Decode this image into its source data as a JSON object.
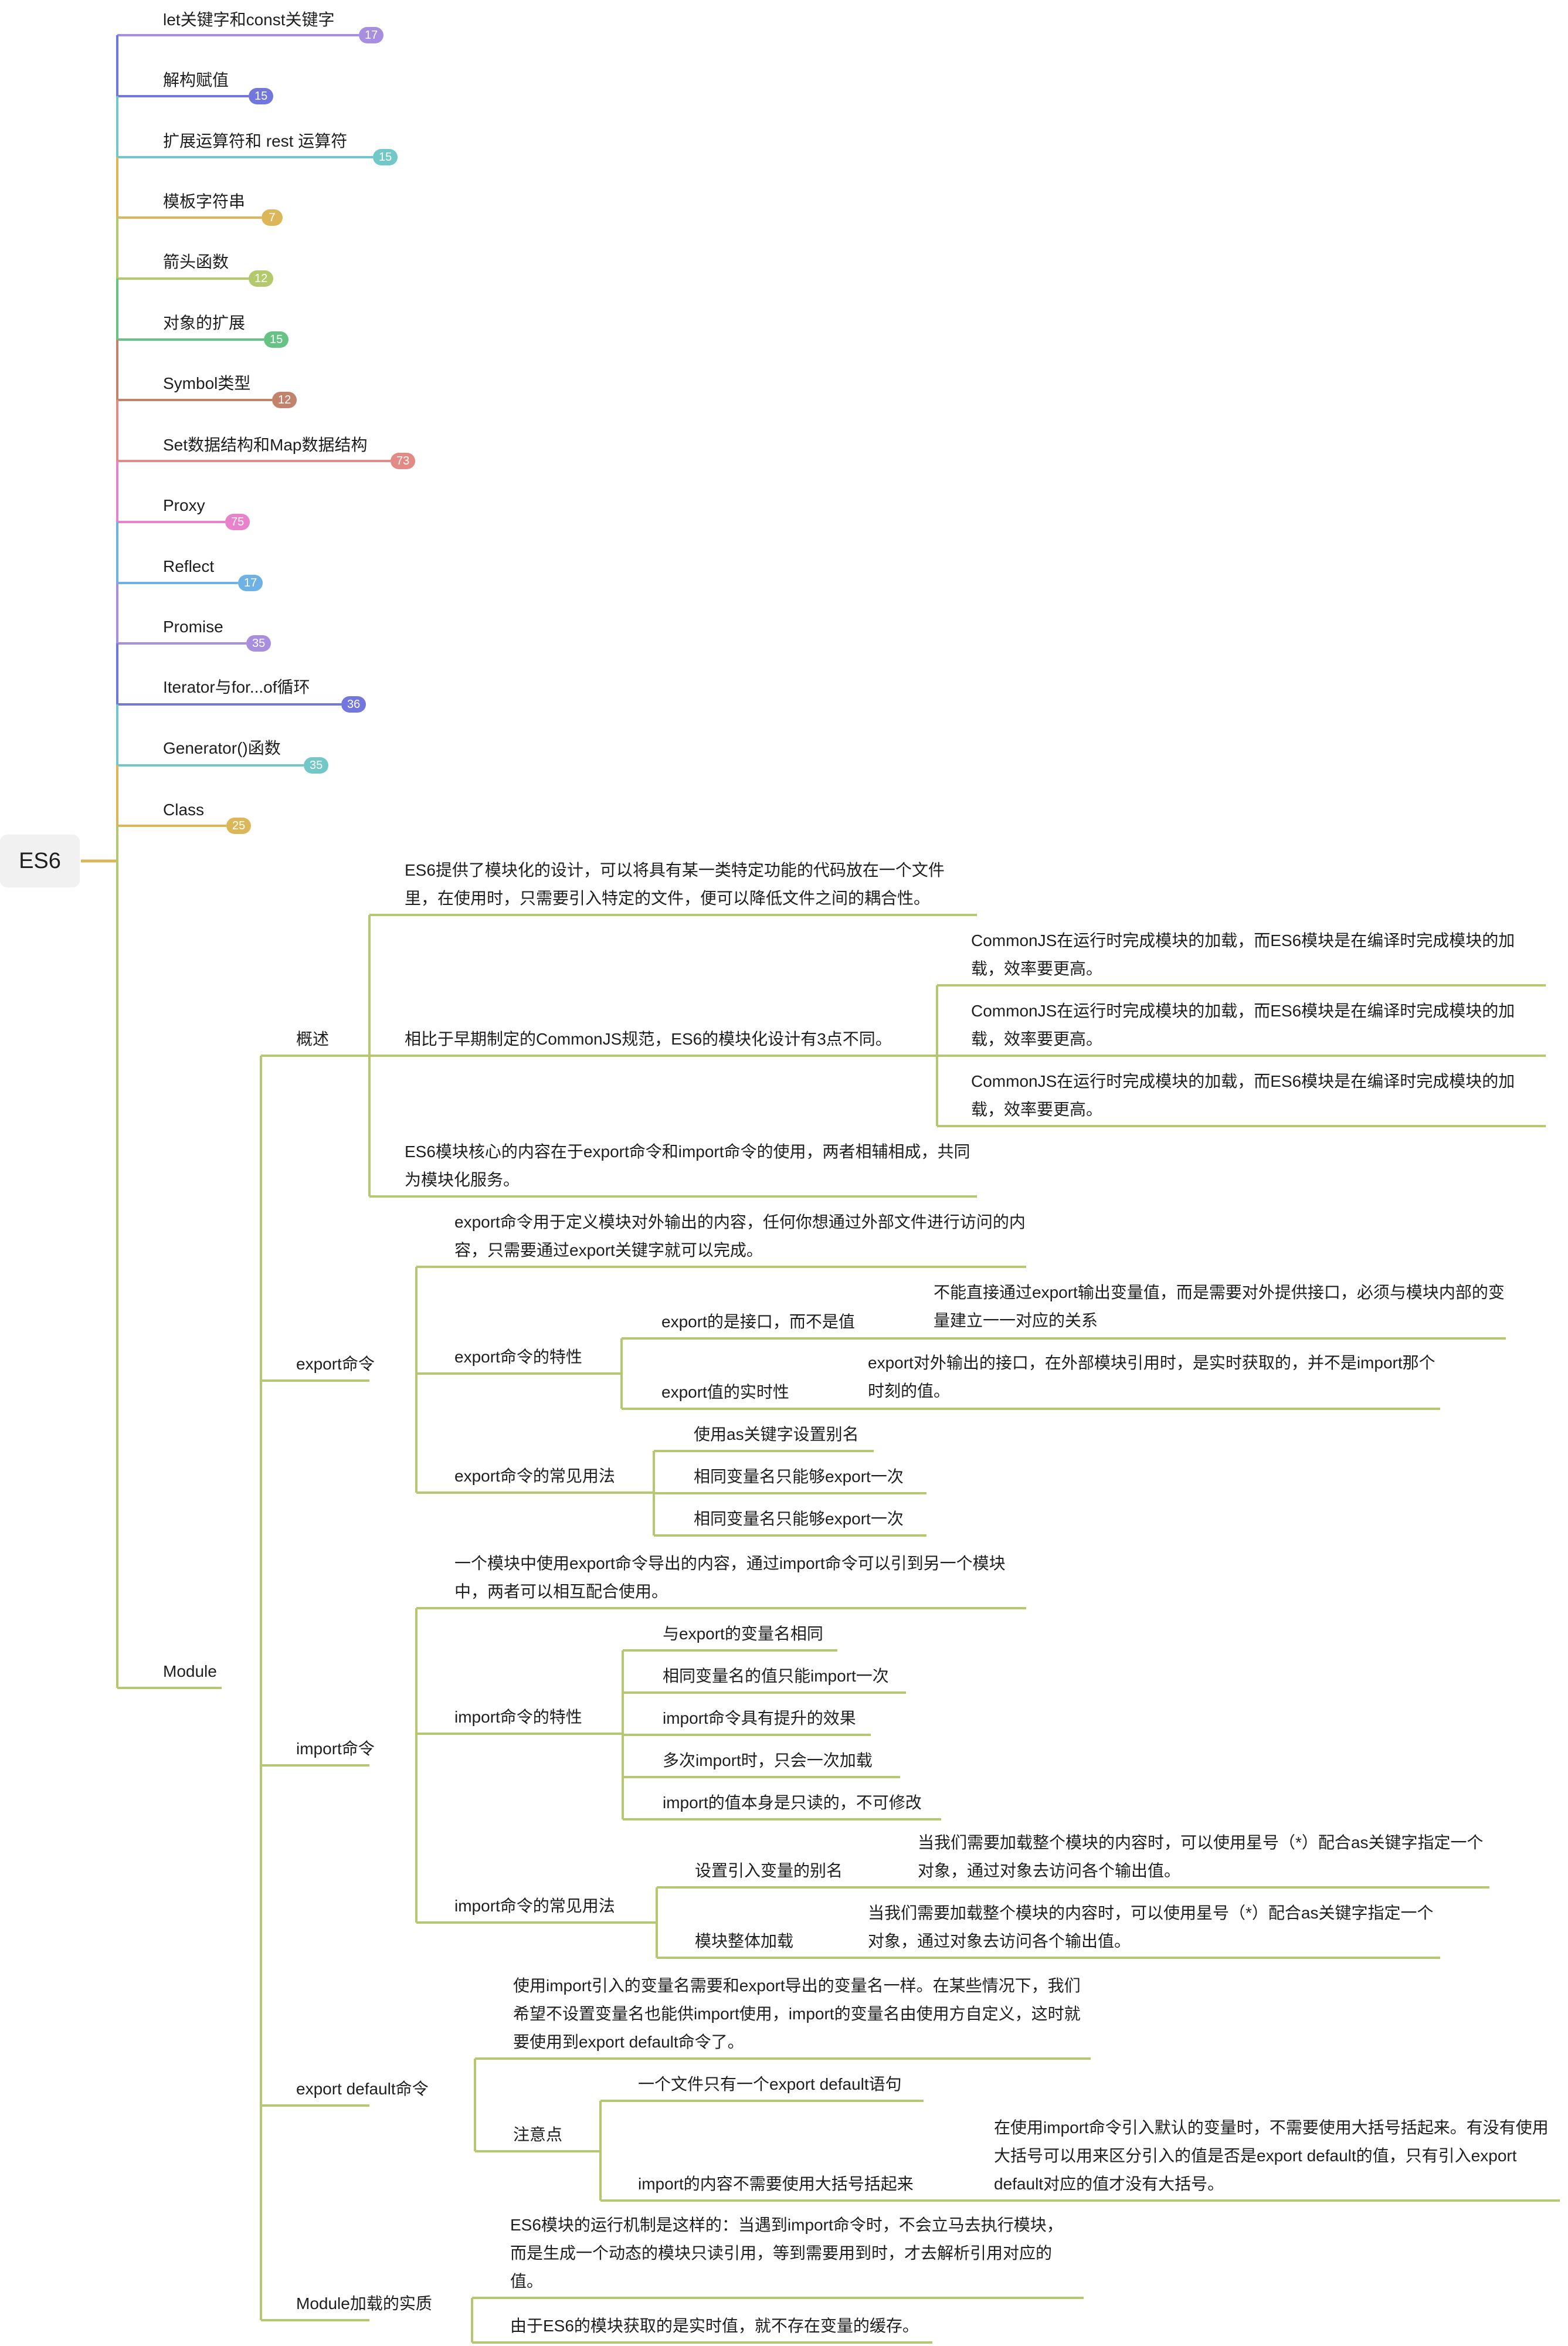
{
  "root": {
    "label": "ES6"
  },
  "colors": {
    "module_branch": "#b5c771",
    "label_text": "#1e1e1e",
    "root_bg": "#f1f1f1"
  },
  "topics": [
    {
      "label": "let关键字和const关键字",
      "count": "17",
      "color": "#a88ede"
    },
    {
      "label": "解构赋值",
      "count": "15",
      "color": "#7177dc"
    },
    {
      "label": "扩展运算符和 rest 运算符",
      "count": "15",
      "color": "#72c7c7"
    },
    {
      "label": "模板字符串",
      "count": "7",
      "color": "#dcb75a"
    },
    {
      "label": "箭头函数",
      "count": "12",
      "color": "#b3c96b"
    },
    {
      "label": "对象的扩展",
      "count": "15",
      "color": "#67c383"
    },
    {
      "label": "Symbol类型",
      "count": "12",
      "color": "#c2836d"
    },
    {
      "label": "Set数据结构和Map数据结构",
      "count": "73",
      "color": "#e18a86"
    },
    {
      "label": "Proxy",
      "count": "75",
      "color": "#e882cb"
    },
    {
      "label": "Reflect",
      "count": "17",
      "color": "#6eb1e4"
    },
    {
      "label": "Promise",
      "count": "35",
      "color": "#a88ede"
    },
    {
      "label": "Iterator与for...of循环",
      "count": "36",
      "color": "#7177dc"
    },
    {
      "label": "Generator()函数",
      "count": "35",
      "color": "#72c7c7"
    },
    {
      "label": "Class",
      "count": "25",
      "color": "#dcb75a"
    }
  ],
  "module": {
    "label": "Module",
    "overview": {
      "label": "概述",
      "p1": "ES6提供了模块化的设计，可以将具有某一类特定功能的代码放在一个文件里，在使用时，只需要引入特定的文件，便可以降低文件之间的耦合性。",
      "p2": "相比于早期制定的CommonJS规范，ES6的模块化设计有3点不同。",
      "p2_items": [
        "CommonJS在运行时完成模块的加载，而ES6模块是在编译时完成模块的加载，效率要更高。",
        "CommonJS在运行时完成模块的加载，而ES6模块是在编译时完成模块的加载，效率要更高。",
        "CommonJS在运行时完成模块的加载，而ES6模块是在编译时完成模块的加载，效率要更高。"
      ],
      "p3": "ES6模块核心的内容在于export命令和import命令的使用，两者相辅相成，共同为模块化服务。"
    },
    "export": {
      "label": "export命令",
      "desc": "export命令用于定义模块对外输出的内容，任何你想通过外部文件进行访问的内容，只需要通过export关键字就可以完成。",
      "traits_label": "export命令的特性",
      "trait1": "export的是接口，而不是值",
      "trait1_detail": "不能直接通过export输出变量值，而是需要对外提供接口，必须与模块内部的变量建立一一对应的关系",
      "trait2": "export值的实时性",
      "trait2_detail": "export对外输出的接口，在外部模块引用时，是实时获取的，并不是import那个时刻的值。",
      "usage_label": "export命令的常见用法",
      "usage_items": [
        "使用as关键字设置别名",
        "相同变量名只能够export一次",
        "相同变量名只能够export一次"
      ]
    },
    "import": {
      "label": "import命令",
      "desc": "一个模块中使用export命令导出的内容，通过import命令可以引到另一个模块中，两者可以相互配合使用。",
      "traits_label": "import命令的特性",
      "trait_items": [
        "与export的变量名相同",
        "相同变量名的值只能import一次",
        "import命令具有提升的效果",
        "多次import时，只会一次加载",
        "import的值本身是只读的，不可修改"
      ],
      "usage_label": "import命令的常见用法",
      "usage1": "设置引入变量的别名",
      "usage1_detail": "当我们需要加载整个模块的内容时，可以使用星号（*）配合as关键字指定一个对象，通过对象去访问各个输出值。",
      "usage2": "模块整体加载",
      "usage2_detail": "当我们需要加载整个模块的内容时，可以使用星号（*）配合as关键字指定一个对象，通过对象去访问各个输出值。"
    },
    "export_default": {
      "label": "export default命令",
      "desc": "使用import引入的变量名需要和export导出的变量名一样。在某些情况下，我们希望不设置变量名也能供import使用，import的变量名由使用方自定义，这时就要使用到export default命令了。",
      "notes_label": "注意点",
      "note1": "一个文件只有一个export default语句",
      "note2": "import的内容不需要使用大括号括起来",
      "note2_detail": "在使用import命令引入默认的变量时，不需要使用大括号括起来。有没有使用大括号可以用来区分引入的值是否是export default的值，只有引入export default对应的值才没有大括号。"
    },
    "essence": {
      "label": "Module加载的实质",
      "p1": "ES6模块的运行机制是这样的：当遇到import命令时，不会立马去执行模块，而是生成一个动态的模块只读引用，等到需要用到时，才去解析引用对应的值。",
      "p2": "由于ES6的模块获取的是实时值，就不存在变量的缓存。"
    }
  }
}
